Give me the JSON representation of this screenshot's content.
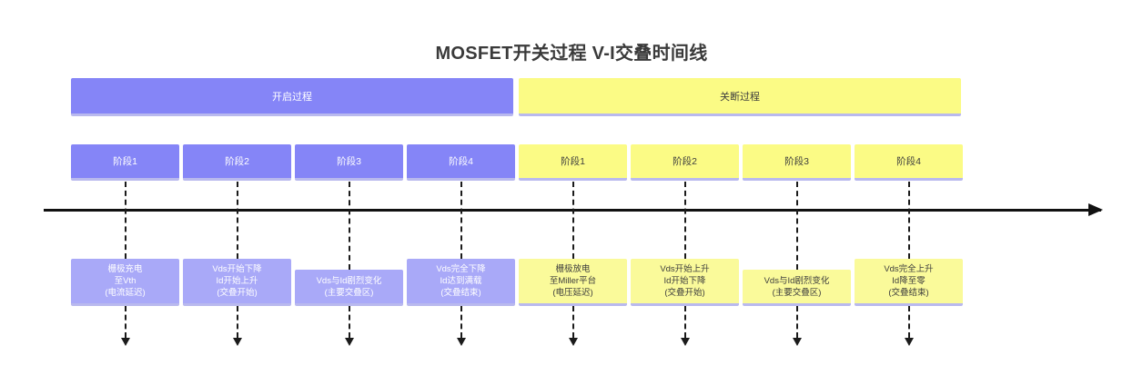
{
  "title": "MOSFET开关过程 V-I交叠时间线",
  "colors": {
    "turn_on": "#8585f7",
    "turn_off": "#fbfb85",
    "turn_on_light": "#a9a9f8",
    "turn_off_light": "#fafa9a",
    "axis": "#111111",
    "box_underline": "#b9b9ee",
    "title_text": "#3a3a3a"
  },
  "processes": [
    {
      "label": "开启过程",
      "kind": "turn-on"
    },
    {
      "label": "关断过程",
      "kind": "turn-off"
    }
  ],
  "stages": [
    {
      "label": "阶段1",
      "kind": "turn-on"
    },
    {
      "label": "阶段2",
      "kind": "turn-on"
    },
    {
      "label": "阶段3",
      "kind": "turn-on"
    },
    {
      "label": "阶段4",
      "kind": "turn-on"
    },
    {
      "label": "阶段1",
      "kind": "turn-off"
    },
    {
      "label": "阶段2",
      "kind": "turn-off"
    },
    {
      "label": "阶段3",
      "kind": "turn-off"
    },
    {
      "label": "阶段4",
      "kind": "turn-off"
    }
  ],
  "descriptions": [
    {
      "lines": [
        "栅极充电",
        "至Vth",
        "(电流延迟)"
      ],
      "kind": "turn-on"
    },
    {
      "lines": [
        "Vds开始下降",
        "Id开始上升",
        "(交叠开始)"
      ],
      "kind": "turn-on"
    },
    {
      "lines": [
        "Vds与Id剧烈变化",
        "(主要交叠区)"
      ],
      "kind": "turn-on"
    },
    {
      "lines": [
        "Vds完全下降",
        "Id达到满载",
        "(交叠结束)"
      ],
      "kind": "turn-on"
    },
    {
      "lines": [
        "栅极放电",
        "至Miller平台",
        "(电压延迟)"
      ],
      "kind": "turn-off"
    },
    {
      "lines": [
        "Vds开始上升",
        "Id开始下降",
        "(交叠开始)"
      ],
      "kind": "turn-off"
    },
    {
      "lines": [
        "Vds与Id剧烈变化",
        "(主要交叠区)"
      ],
      "kind": "turn-off"
    },
    {
      "lines": [
        "Vds完全上升",
        "Id降至零",
        "(交叠结束)"
      ],
      "kind": "turn-off"
    }
  ],
  "axis": {
    "direction": "left-to-right",
    "arrow": "right-arrow"
  }
}
